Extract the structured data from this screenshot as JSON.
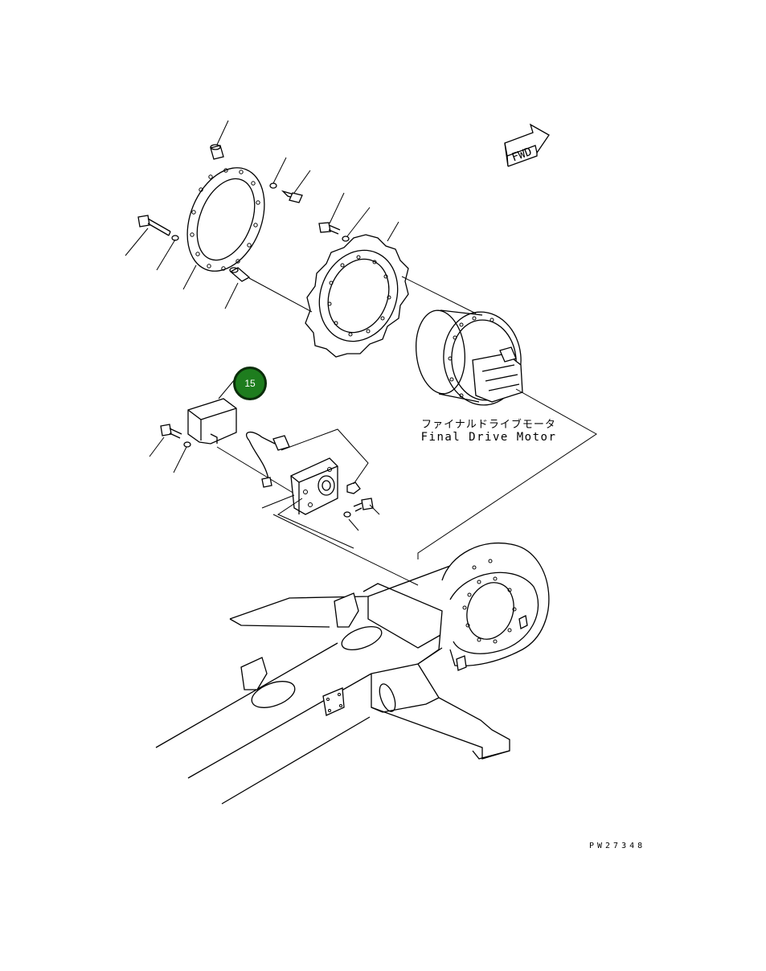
{
  "direction_marker": "FWD",
  "final_drive_label_jp": "ファイナルドライブモータ",
  "final_drive_label_en": "Final Drive Motor",
  "callout_number": "15",
  "drawing_code": "PW27348",
  "callout_color": "#1e7d1e"
}
